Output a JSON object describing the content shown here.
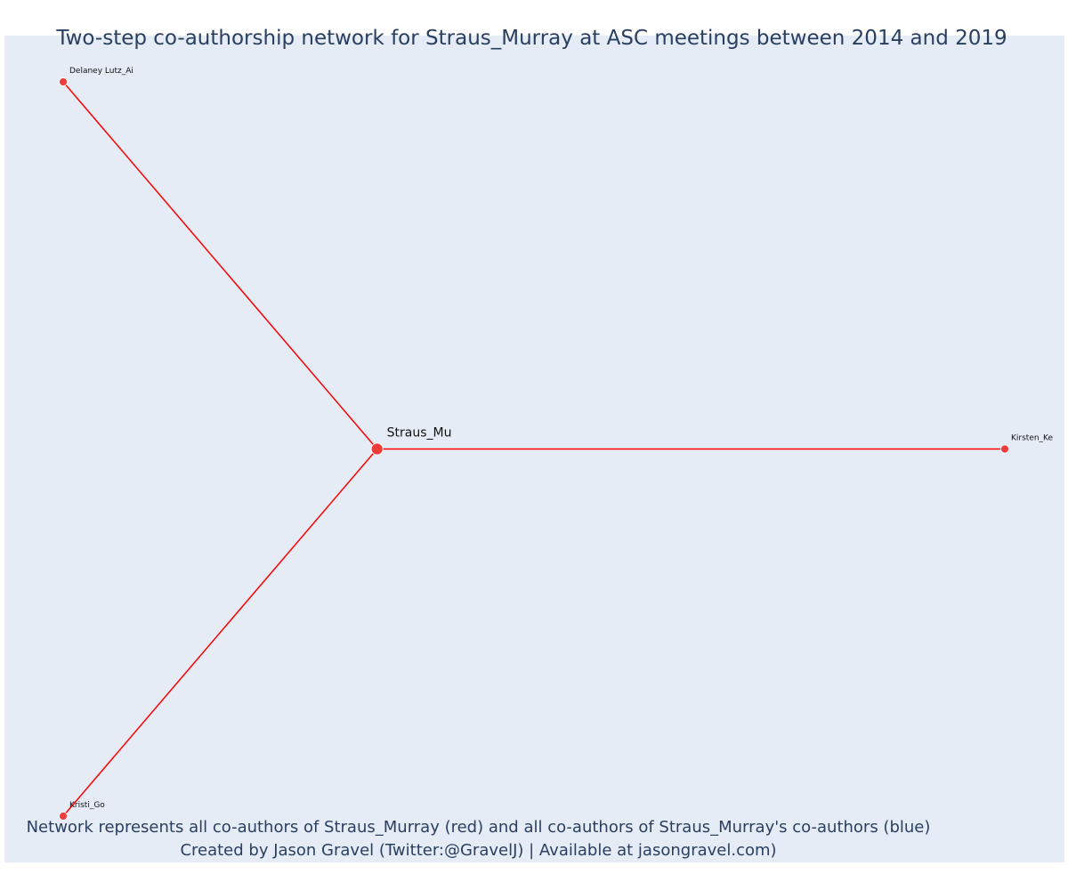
{
  "title": "Two-step co-authorship network for Straus_Murray at ASC meetings between 2014 and 2019",
  "footer": {
    "line1": "Network represents all co-authors of Straus_Murray (red) and all co-authors of Straus_Murray's co-authors (blue)",
    "line2": "Created by Jason Gravel (Twitter:@GravelJ) | Available at jasongravel.com)"
  },
  "colors": {
    "background": "#e5ecf6",
    "edge": "#ff0000",
    "node": "#ef3b3b",
    "text": "#2a3f5f",
    "label": "#111111"
  },
  "chart_data": {
    "type": "network",
    "title": "Two-step co-authorship network for Straus_Murray at ASC meetings between 2014 and 2019",
    "nodes": [
      {
        "id": "Straus_Mu",
        "label": "Straus_Mu",
        "role": "center",
        "x": 0,
        "y": 0
      },
      {
        "id": "Delaney Lutz_Ai",
        "label": "Delaney Lutz_Ai",
        "role": "coauthor",
        "x": -0.5,
        "y": 0.866
      },
      {
        "id": "Kirsten_Ke",
        "label": "Kirsten_Ke",
        "role": "coauthor",
        "x": 1,
        "y": 0
      },
      {
        "id": "Kristi_Go",
        "label": "Kristi_Go",
        "role": "coauthor",
        "x": -0.5,
        "y": -0.866
      }
    ],
    "edges": [
      {
        "source": "Straus_Mu",
        "target": "Delaney Lutz_Ai"
      },
      {
        "source": "Straus_Mu",
        "target": "Kirsten_Ke"
      },
      {
        "source": "Straus_Mu",
        "target": "Kristi_Go"
      }
    ],
    "xlim": [
      -0.5,
      1
    ],
    "ylim": [
      -0.866,
      0.866
    ]
  }
}
